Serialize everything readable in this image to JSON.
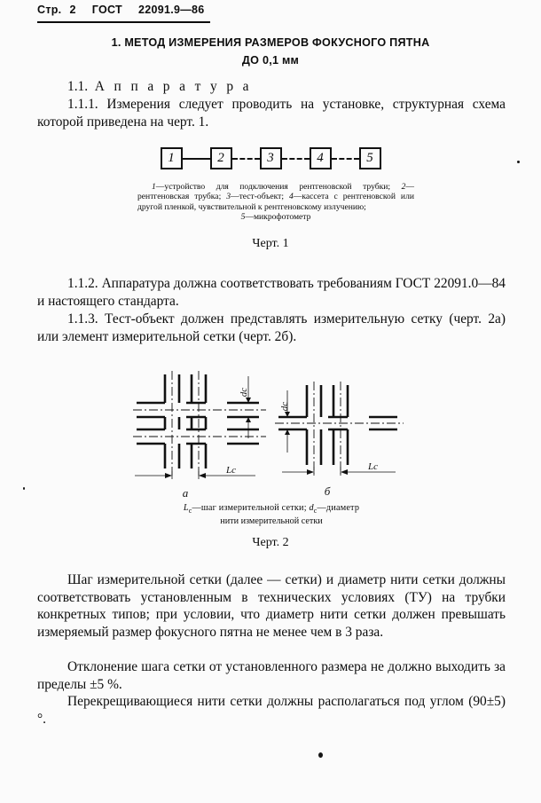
{
  "header": {
    "page_word": "Стр.",
    "page_number": "2",
    "standard_label": "ГОСТ",
    "standard_number": "22091.9—86"
  },
  "title": {
    "line1": "1. МЕТОД ИЗМЕРЕНИЯ РАЗМЕРОВ ФОКУСНОГО ПЯТНА",
    "line2": "ДО 0,1 мм"
  },
  "sections": {
    "s_1_1_number": "1.1.",
    "s_1_1_heading": "А п п а р а т у р а",
    "p_1_1_1": "1.1.1. Измерения следует проводить на установке, структурная схема которой приведена на черт. 1.",
    "p_1_1_2": "1.1.2. Аппаратура должна соответствовать требованиям ГОСТ 22091.0—84 и настоящего стандарта.",
    "p_1_1_3": "1.1.3. Тест-объект должен представлять измерительную сетку (черт. 2а) или элемент измерительной сетки (черт. 2б).",
    "p_step": "Шаг измерительной сетки (далее — сетки) и диаметр нити сетки должны соответствовать установленным в технических условиях (ТУ) на трубки конкретных типов; при условии, что диаметр нити сетки должен превышать измеряемый размер фокусного пятна не менее чем в 3 раза.",
    "p_dev": "Отклонение шага сетки от установленного размера не должно выходить за пределы ±5 %.",
    "p_angle": "Перекрещивающиеся нити сетки должны располагаться под углом (90±5) °."
  },
  "figure1": {
    "blocks": [
      "1",
      "2",
      "3",
      "4",
      "5"
    ],
    "connectors": [
      "solid",
      "dashed",
      "dashed",
      "dashed"
    ],
    "legend_line1_lead": "1",
    "legend_line1": "—устройство для подключения рентгеновской",
    "legend_line2_a": "трубки; ",
    "legend_line2_lead": "2",
    "legend_line2_b": "—рентгеновская трубка; ",
    "legend_line2_lead2": "3",
    "legend_line2_c": "—тест-объект;",
    "legend_line3_lead": "4",
    "legend_line3": "—кассета с рентгеновской или другой пленкой,",
    "legend_line4": "чувствительной к рентгеновскому излучению;",
    "legend_line5_lead": "5",
    "legend_line5": "—микрофотометр",
    "caption": "Черт. 1"
  },
  "figure2": {
    "label_a": "а",
    "label_b": "б",
    "dim_step": "Lc",
    "dim_diameter": "dc",
    "legend_sym1": "L",
    "legend_sym1_sub": "с",
    "legend_text1": "—шаг измерительной сетки; ",
    "legend_sym2": "d",
    "legend_sym2_sub": "с",
    "legend_text2": "—диаметр",
    "legend_line2": "нити измерительной сетки",
    "caption": "Черт. 2"
  },
  "colors": {
    "ink": "#0c0c0c",
    "paper": "#fbfbfb"
  }
}
